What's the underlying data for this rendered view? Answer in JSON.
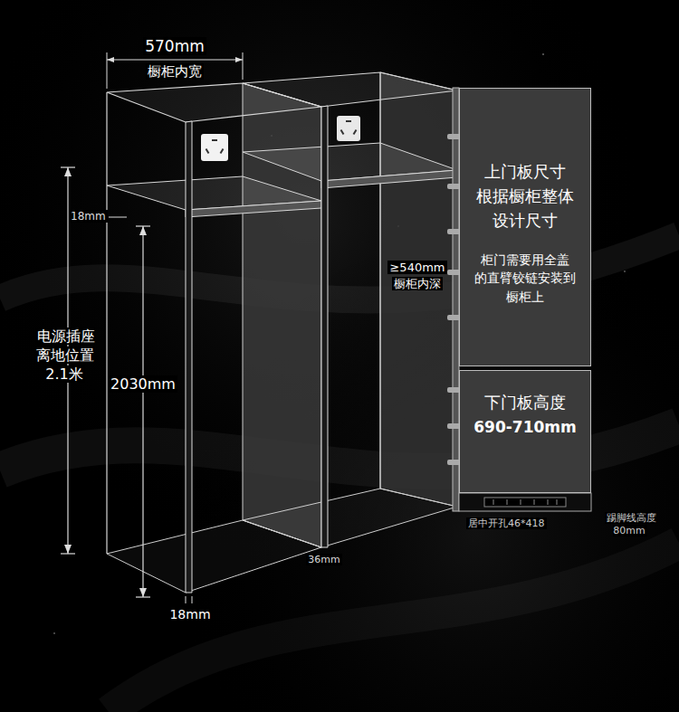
{
  "diagram": {
    "nodes": [
      {
        "text": [
          "上门板尺寸 根据橱柜整体 设计尺寸",
          "柜门需要用全盖 的直臂铰链安装到 橱柜上"
        ]
      },
      {
        "text": [
          "下门板高度",
          "690-710mm"
        ]
      }
    ],
    "labels": [
      "570mm",
      "橱柜内宽",
      "18mm",
      "电源插座 离地位置 2.1米",
      "2030mm",
      "≥540mm",
      "橱柜内深",
      "36mm",
      "18mm",
      "居中开孔46*418",
      "踢脚线高度 80mm"
    ]
  }
}
